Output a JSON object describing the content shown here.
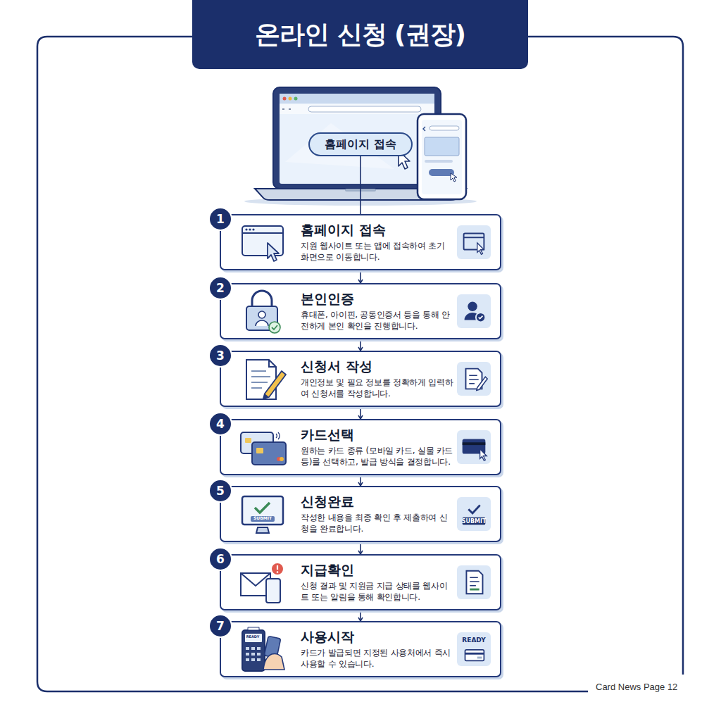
{
  "diagram": {
    "title": "온라인 신청 (권장)",
    "nodes": [
      {
        "text": [
          "홈페이지 접속"
        ]
      },
      {
        "text": [
          "홈페이지 접속",
          "지원 웹사이트 또는 앱에 접속하여 초기 화면으로 이동합니다."
        ]
      },
      {
        "text": [
          "본인인증",
          "휴대폰, 아이핀, 공동인증서 등을 통해 안전하게 본인 확인을 진행합니다."
        ]
      },
      {
        "text": [
          "신청서 작성",
          "개인정보 및 필요 정보를 정확하게 입력하여 신청서를 작성합니다."
        ]
      },
      {
        "text": [
          "카드선택",
          "원하는 카드 종류 (모바일 카드, 실물 카드 등)를 선택하고, 발급 방식을 결정합니다."
        ]
      },
      {
        "text": [
          "신청완료",
          "작성한 내용을 최종 확인 후 제출하여 신청을 완료합니다."
        ]
      },
      {
        "text": [
          "지급확인",
          "신청 결과 및 지원금 지급 상태를 웹사이트 또는 알림을 통해 확인합니다."
        ]
      },
      {
        "text": [
          "사용시작",
          "카드가 발급되면 지정된 사용처에서 즉시 사용할 수 있습니다."
        ]
      }
    ],
    "edges": [
      {
        "from": 0,
        "to": 1,
        "arrow": "none"
      },
      {
        "from": 1,
        "to": 2,
        "arrow": "to"
      },
      {
        "from": 2,
        "to": 3,
        "arrow": "to"
      },
      {
        "from": 3,
        "to": 4,
        "arrow": "to"
      },
      {
        "from": 4,
        "to": 5,
        "arrow": "to"
      },
      {
        "from": 5,
        "to": 6,
        "arrow": "to"
      },
      {
        "from": 6,
        "to": 7,
        "arrow": "to"
      }
    ],
    "labels": [
      "1",
      "2",
      "3",
      "4",
      "5",
      "6",
      "7",
      "SUBMIT",
      "SUBMIT",
      "READY",
      "READY",
      "Card News Page 12"
    ]
  }
}
